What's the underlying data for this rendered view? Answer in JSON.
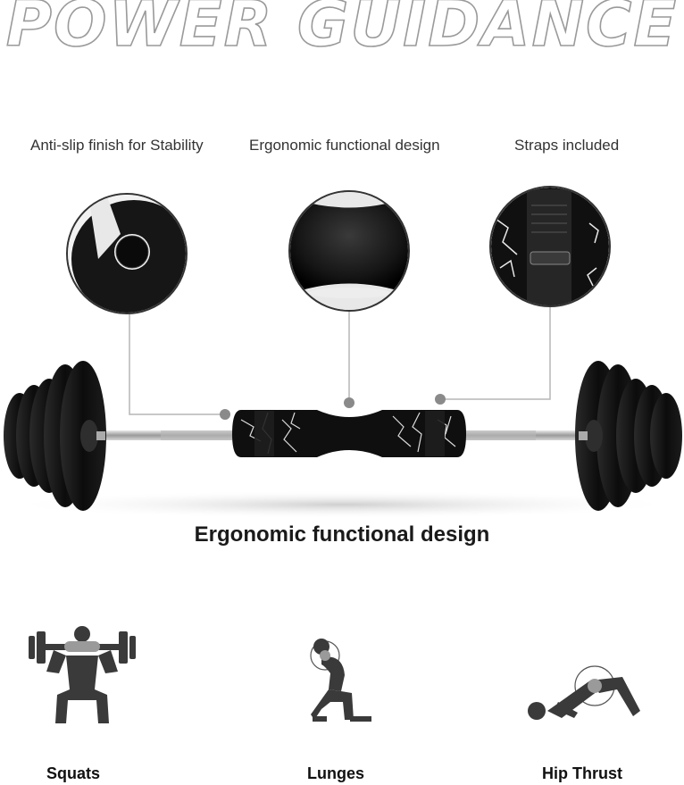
{
  "headline": "POWER GUIDANCE",
  "features": [
    {
      "label": "Anti-slip finish for Stability"
    },
    {
      "label": "Ergonomic functional design"
    },
    {
      "label": "Straps included"
    }
  ],
  "caption": "Ergonomic functional design",
  "exercises": [
    {
      "label": "Squats",
      "icon": "squat-figure-icon"
    },
    {
      "label": "Lunges",
      "icon": "lunge-figure-icon"
    },
    {
      "label": "Hip Thrust",
      "icon": "hip-thrust-figure-icon"
    }
  ],
  "colors": {
    "icon_gray": "#3a3a3a",
    "pad_highlight": "#9a9a9a",
    "foam_black": "#111111"
  }
}
